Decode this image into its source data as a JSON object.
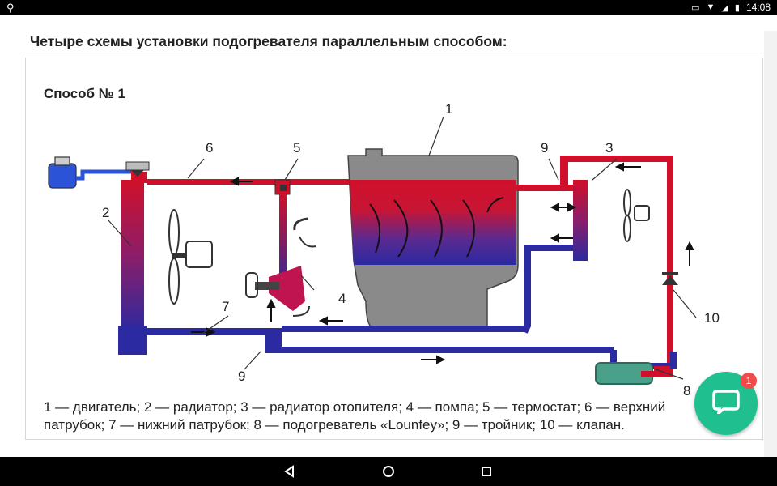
{
  "status_bar": {
    "time": "14:08",
    "search_icon": "search-icon",
    "vibrate_icon": "vibrate-icon",
    "wifi_icon": "wifi-icon",
    "signal_icon": "signal-icon",
    "battery_icon": "battery-icon"
  },
  "article": {
    "heading": "Четыре схемы установки подогревателя параллельным способом:",
    "method_title": "Способ № 1",
    "caption": "1 — двигатель; 2 — радиатор; 3 — радиатор отопителя; 4 — помпа; 5 — термостат; 6 — верхний патрубок; 7 — нижний патрубок; 8 — подогреватель «Lounfey»; 9 — тройник; 10 — клапан."
  },
  "diagram": {
    "labels": {
      "engine": "1",
      "radiator": "2",
      "heater_radiator": "3",
      "pump": "4",
      "thermostat": "5",
      "upper_hose": "6",
      "lower_hose": "7",
      "heater": "8",
      "tee_top": "9",
      "tee_bottom": "9",
      "valve": "10"
    },
    "colors": {
      "hot": "#d0102a",
      "cold": "#2b2aa0",
      "engine_gray": "#8a8a8a",
      "tank_blue": "#2a53d8"
    }
  },
  "chat_button": {
    "badge_count": "1",
    "icon": "chat-bubble-icon",
    "color": "#1fbf8f"
  },
  "nav_bar": {
    "back_icon": "back-triangle-icon",
    "home_icon": "home-circle-icon",
    "recents_icon": "recents-square-icon"
  }
}
